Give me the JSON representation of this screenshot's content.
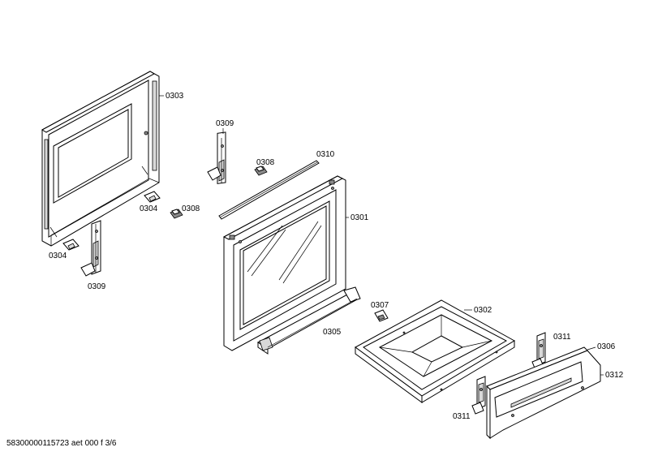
{
  "parts": {
    "p0303": "0303",
    "p0309_top": "0309",
    "p0308_top": "0308",
    "p0310": "0310",
    "p0304_mid": "0304",
    "p0308_mid": "0308",
    "p0301": "0301",
    "p0304_left": "0304",
    "p0309_left": "0309",
    "p0307": "0307",
    "p0302": "0302",
    "p0305": "0305",
    "p0311_right": "0311",
    "p0306": "0306",
    "p0312": "0312",
    "p0311_left": "0311"
  },
  "footer": {
    "reference": "58300000115723 aet 000 f 3/6"
  }
}
